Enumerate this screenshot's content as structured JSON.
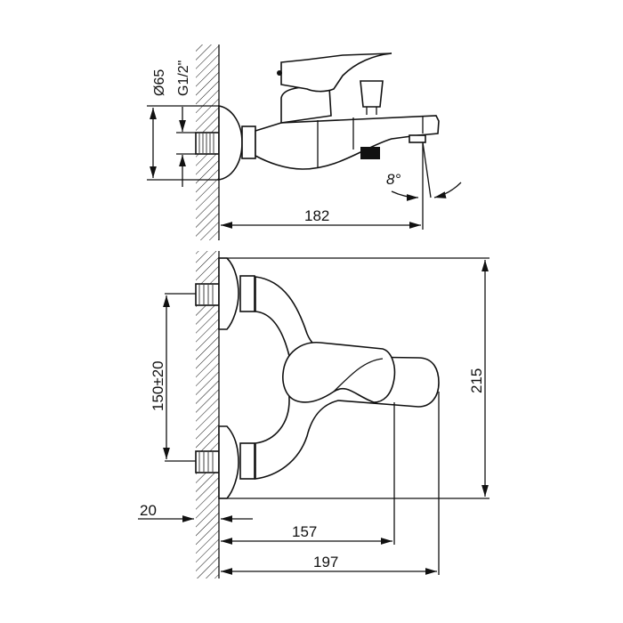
{
  "drawing": {
    "side_view": {
      "flange_diameter": "Ø65",
      "thread": "G1/2\"",
      "angle": "8°",
      "length": "182"
    },
    "front_view": {
      "center_distance": "150±20",
      "wall_offset": "20",
      "handle_depth": "157",
      "total_depth": "197",
      "height": "215"
    },
    "line_color": "#111111"
  }
}
